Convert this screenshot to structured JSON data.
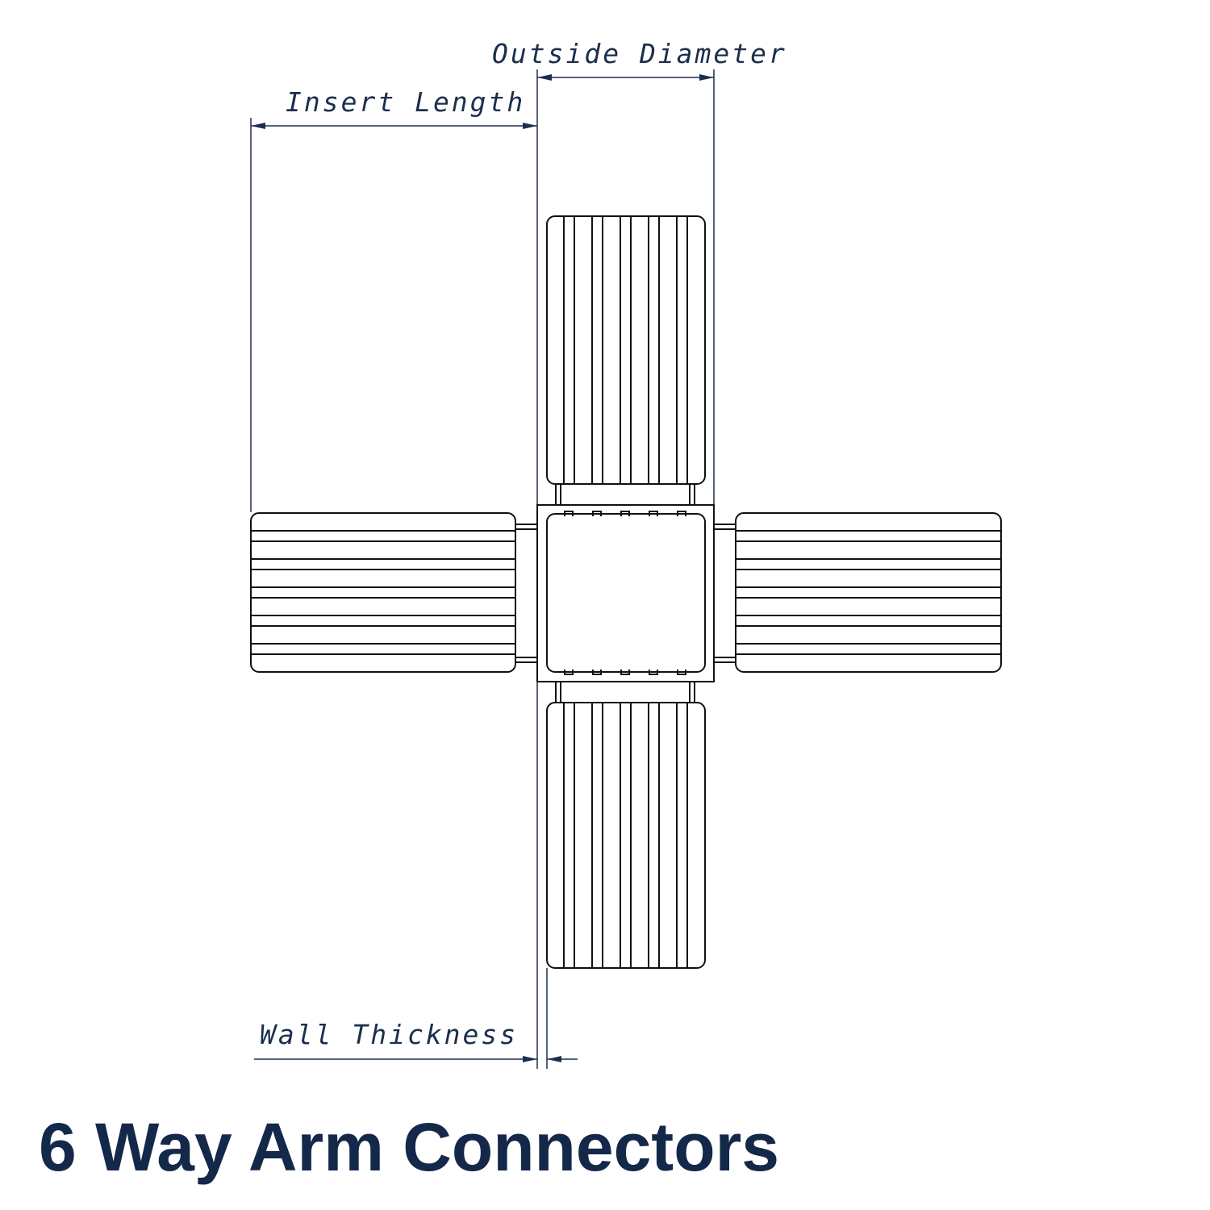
{
  "title": "6 Way Arm Connectors",
  "dimensions": {
    "outside_diameter": "Outside Diameter",
    "insert_length": "Insert Length",
    "wall_thickness": "Wall Thickness"
  },
  "colors": {
    "label": "#1b2f4d",
    "title": "#14284a",
    "linework": "#111111"
  }
}
